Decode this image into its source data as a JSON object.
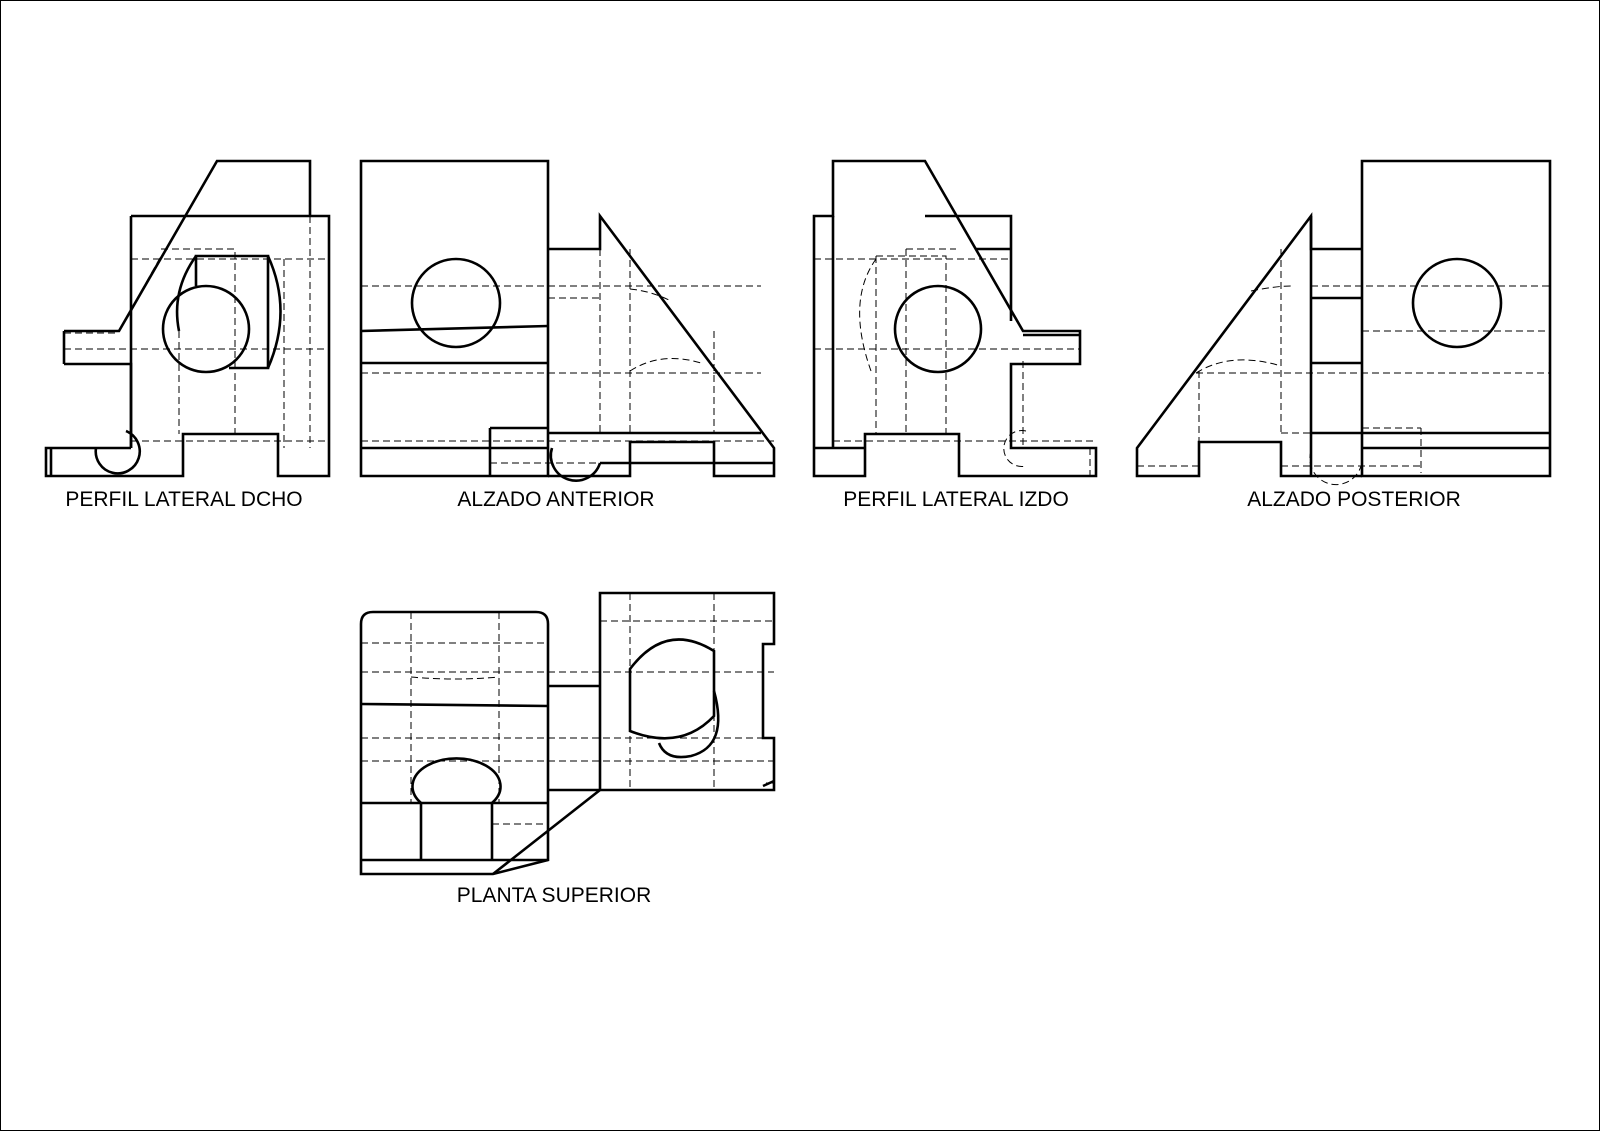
{
  "views": {
    "perfil_dcho": {
      "label": "PERFIL LATERAL DCHO"
    },
    "alzado_anterior": {
      "label": "ALZADO ANTERIOR"
    },
    "perfil_izdo": {
      "label": "PERFIL LATERAL IZDO"
    },
    "alzado_posterior": {
      "label": "ALZADO POSTERIOR"
    },
    "planta_superior": {
      "label": "PLANTA SUPERIOR"
    }
  },
  "colors": {
    "line": "#000000",
    "background": "#ffffff"
  }
}
